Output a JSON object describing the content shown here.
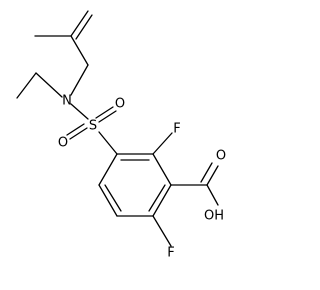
{
  "molecule": {
    "atoms": {
      "N": "N",
      "S": "S",
      "O_top": "O",
      "O_right": "O",
      "F_top": "F",
      "F_bottom": "F",
      "O_carbonyl": "O",
      "OH": "OH"
    }
  }
}
